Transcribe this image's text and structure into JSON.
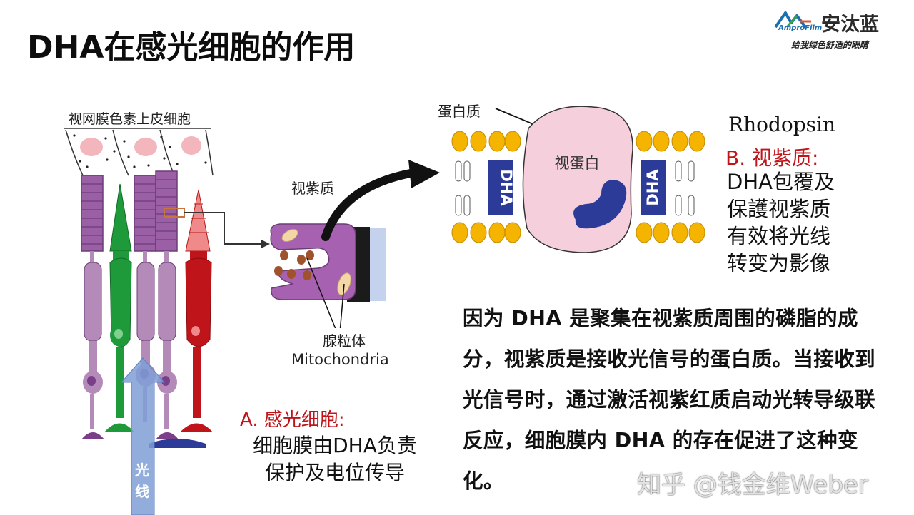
{
  "title": "DHA在感光细胞的作用",
  "logo": {
    "brand_text": "AmproFilm",
    "name": "安汰蓝",
    "slogan": "给我绿色舒适的眼睛"
  },
  "labels": {
    "rpe": "视网膜色素上皮细胞",
    "rhodopsin_mid": "视紫质",
    "mitochondria_cn": "腺粒体",
    "mitochondria_en": "Mitochondria",
    "protein": "蛋白质",
    "opsin": "视蛋白",
    "dha_left": "DHA",
    "dha_right": "DHA",
    "light": "光线"
  },
  "rhodopsin_en": "Rhodopsin",
  "section_b": {
    "heading": "B. 视紫质:",
    "lines": [
      "DHA包覆及",
      "保護视紫质",
      "有效将光线",
      "转变为影像"
    ]
  },
  "section_a": {
    "heading": "A. 感光细胞:",
    "lines": [
      "细胞膜由DHA负责",
      "保护及电位传导"
    ]
  },
  "paragraph": "因为 DHA 是聚集在视紫质周围的磷脂的成分，视紫质是接收光信号的蛋白质。当接收到光信号时，通过激活视紫红质启动光转导级联反应，细胞膜内 DHA 的存在促进了这种变化。",
  "watermark": "知乎 @钱金维Weber",
  "colors": {
    "accent_red": "#c0141b",
    "rod_purple": "#9b5fa6",
    "cone_green": "#1e9a3a",
    "cone_red": "#c0141b",
    "membrane_orange": "#f4b400",
    "opsin_pink": "#f6cfdc",
    "dha_blue": "#2c3a98",
    "light_arrow": "#7f9fd6"
  }
}
